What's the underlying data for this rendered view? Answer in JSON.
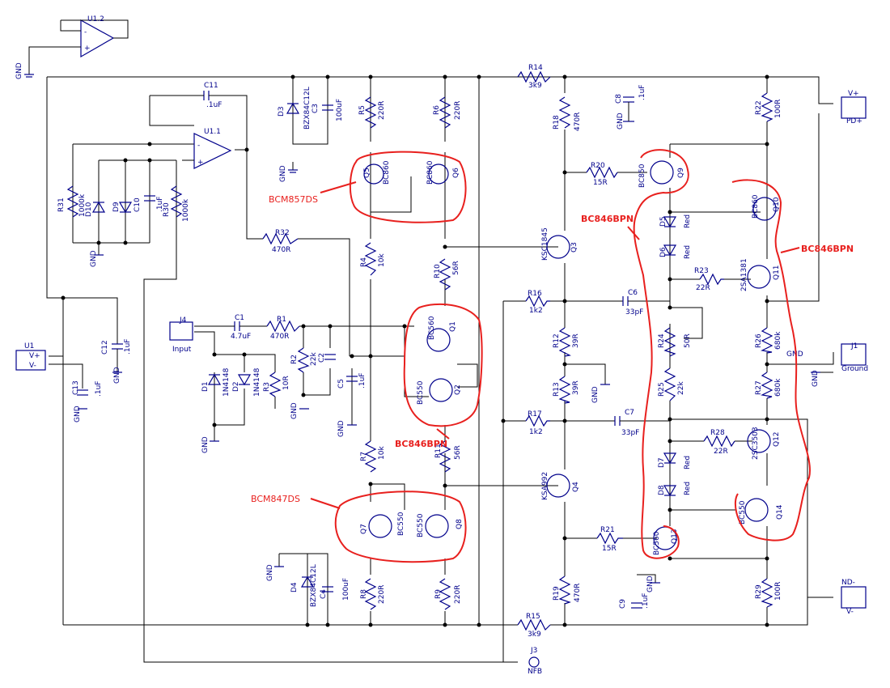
{
  "labels": {
    "u12": "U1.2",
    "u11": "U1.1",
    "u1": "U1",
    "u1_vp": "V+",
    "u1_vm": "V-",
    "gnd": "GND",
    "c11": "C11",
    "c11v": ".1uF",
    "r31": "R31",
    "r31v": "1000k",
    "d10": "D10",
    "d9": "D9",
    "c10": "C10",
    "c10v": ".1uF",
    "r30": "R30",
    "r30v": "1000k",
    "r32": "R32",
    "r32v": "470R",
    "d3": "D3",
    "d3v": "BZX84C12L",
    "c3": "C3",
    "c3v": "100uF",
    "r5": "R5",
    "r5v": "220R",
    "r6": "R6",
    "r6v": "220R",
    "q5": "Q5",
    "q5v": "BC860",
    "q6": "Q6",
    "q6v": "BC860",
    "r4": "R4",
    "r4v": "10k",
    "r10": "R10",
    "r10v": "56R",
    "r14": "R14",
    "r14v": "3k9",
    "r18": "R18",
    "r18v": "470R",
    "c8": "C8",
    "c8v": ".1uF",
    "r20": "R20",
    "r20v": "15R",
    "q9": "Q9",
    "q9v": "BC850",
    "r22": "R22",
    "r22v": "100R",
    "j2": "V+",
    "j2b": "PD+",
    "q3": "Q3",
    "q3v": "KSC1845",
    "d5": "D5",
    "d5v": "Red",
    "d6": "D6",
    "d6v": "Red",
    "q10": "Q10",
    "q10v": "BC860",
    "r23": "R23",
    "r23v": "22R",
    "q11": "Q11",
    "q11v": "2SA1381",
    "r16": "R16",
    "r16v": "1k2",
    "c6": "C6",
    "c6v": "33pF",
    "j4": "J4",
    "j4b": "Input",
    "c1": "C1",
    "c1v": "4.7uF",
    "r1": "R1",
    "r1v": "470R",
    "r2": "R2",
    "r2v": "22k",
    "c2": "C2",
    "q1": "Q1",
    "q1v": "BC560",
    "r12": "R12",
    "r12v": "39R",
    "r24": "R24",
    "r24v": "50R",
    "r26": "R26",
    "r26v": "680k",
    "j1": "J1",
    "j1b": "Ground",
    "c12": "C12",
    "c12v": ".1uF",
    "c13": "C13",
    "c13v": ".1uF",
    "d1": "D1",
    "d1v": "1N4148",
    "d2": "D2",
    "d2v": "1N4148",
    "r3": "R3",
    "r3v": "10R",
    "c5": "C5",
    "c5v": ".1uF",
    "q2": "Q2",
    "q2v": "BC550",
    "r13": "R13",
    "r13v": "39R",
    "r25": "R25",
    "r25v": "22k",
    "r27": "R27",
    "r27v": "680k",
    "r17": "R17",
    "r17v": "1k2",
    "c7": "C7",
    "c7v": "33pF",
    "r28": "R28",
    "r28v": "22R",
    "q12": "Q12",
    "q12v": "2SC3503",
    "r7": "R7",
    "r7v": "10k",
    "r11": "R11",
    "r11v": "56R",
    "d7": "D7",
    "d7v": "Red",
    "d8": "D8",
    "d8v": "Red",
    "q4": "Q4",
    "q4v": "KSA992",
    "q7": "Q7",
    "q7v": "BC550",
    "q8": "Q8",
    "q8v": "BC550",
    "q14": "Q14",
    "q14v": "BC550",
    "r21": "R21",
    "r21v": "15R",
    "q13": "Q13",
    "q13v": "BC560",
    "d4": "D4",
    "d4v": "BZX84C12L",
    "c4": "C4",
    "c4v": "100uF",
    "r8": "R8",
    "r8v": "220R",
    "r9": "R9",
    "r9v": "220R",
    "r19": "R19",
    "r19v": "470R",
    "c9": "C9",
    "c9v": ".1uF",
    "r29": "R29",
    "r29v": "100R",
    "jm": "ND-",
    "jmb": "V-",
    "r15": "R15",
    "r15v": "3k9",
    "j3": "J3",
    "j3b": "NFB"
  },
  "annotations": {
    "bcm857": "BCM857DS",
    "bc846_top": "BC846BPN",
    "bc846_right": "BC846BPN",
    "bc846_mid": "BC846BPN",
    "bcm847": "BCM847DS"
  },
  "colors": {
    "ink": "#00008b",
    "wire": "#000000",
    "markup": "#e8201e"
  }
}
